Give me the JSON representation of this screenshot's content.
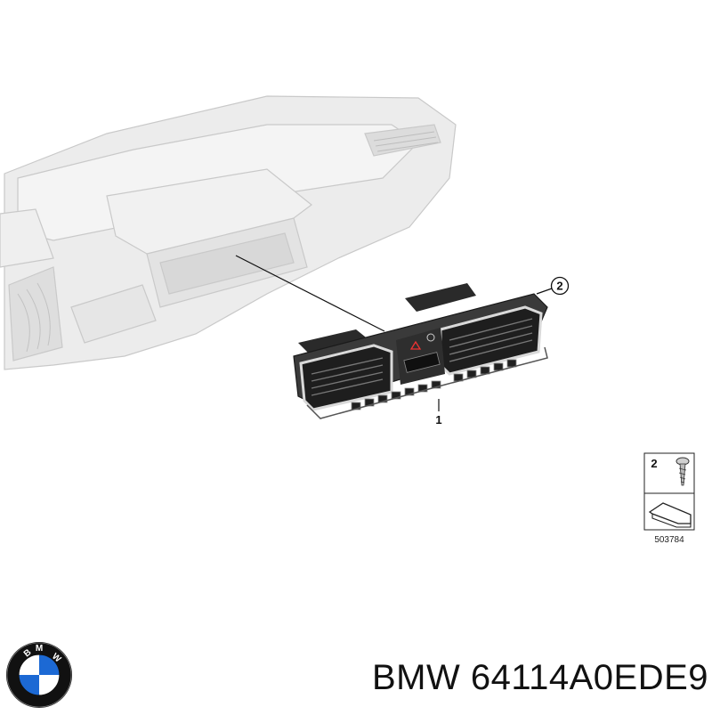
{
  "diagram": {
    "callouts": [
      {
        "number": "1"
      },
      {
        "number": "2"
      }
    ],
    "legend": {
      "item_number": "2",
      "diagram_id": "503784"
    }
  },
  "brand": {
    "name": "BMW",
    "logo_letters": "BMW",
    "colors": {
      "blue": "#1c69d4",
      "ring": "#111111",
      "white": "#ffffff"
    }
  },
  "part": {
    "title": "BMW 64114A0EDE9"
  }
}
